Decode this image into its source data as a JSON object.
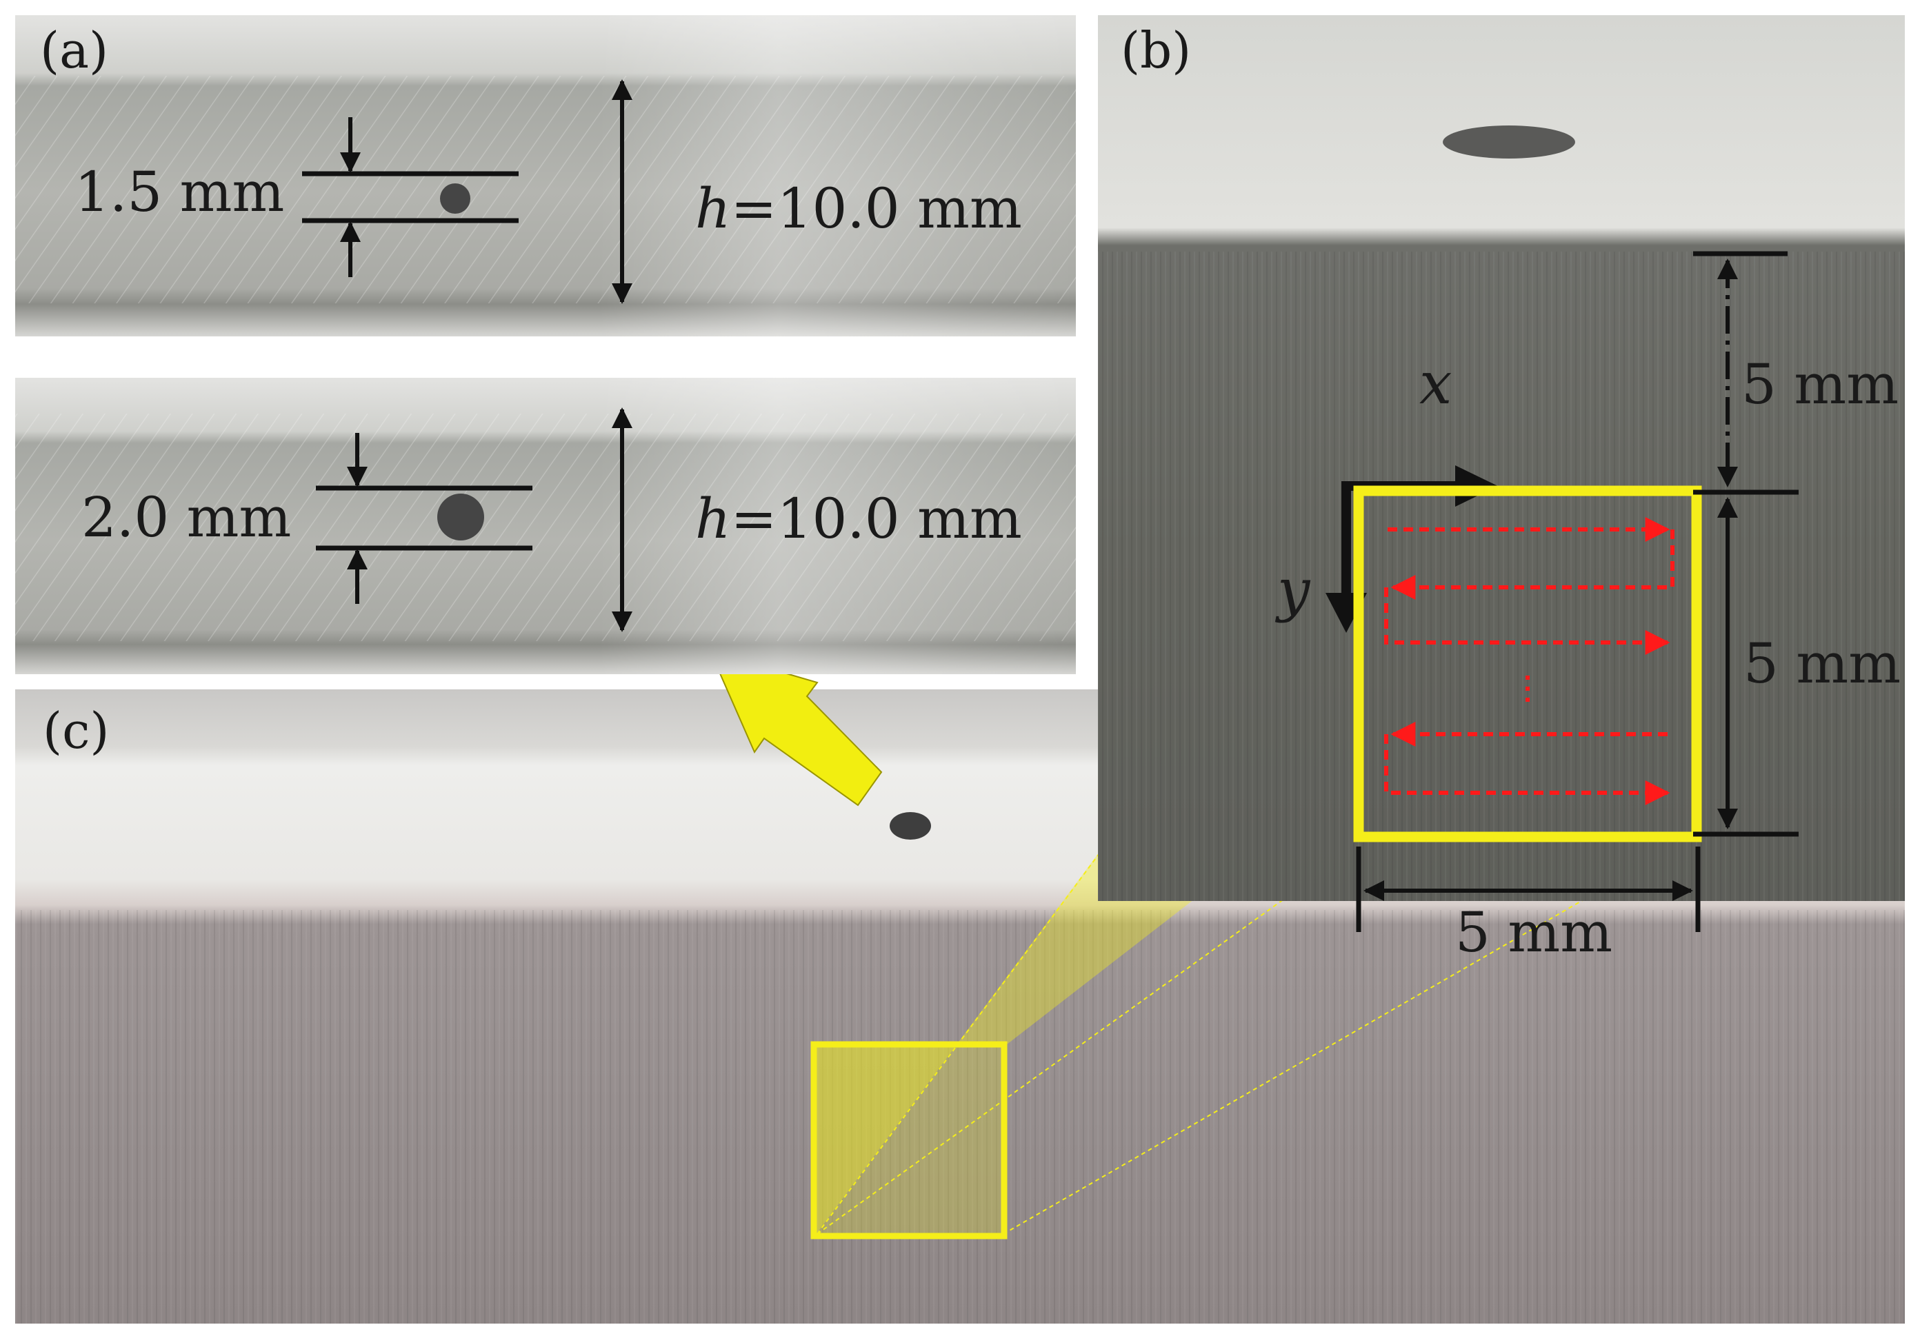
{
  "panels": {
    "a": {
      "label": "(a)",
      "upper": {
        "gap_label": "1.5 mm",
        "height_italic": "h",
        "height_value": "=10.0 mm"
      },
      "lower": {
        "gap_label": "2.0 mm",
        "height_italic": "h",
        "height_value": "=10.0 mm"
      }
    },
    "b": {
      "label": "(b)",
      "axis_x": "x",
      "axis_y": "y",
      "dim_top": "5 mm",
      "dim_right": "5 mm",
      "dim_bottom": "5 mm",
      "scan_path_color": "#ff1a1a"
    },
    "c": {
      "label": "(c)"
    }
  },
  "colors": {
    "highlight_yellow": "#f5ee1a",
    "arrow_yellow": "#f2ee10",
    "dimension_black": "#111111"
  }
}
